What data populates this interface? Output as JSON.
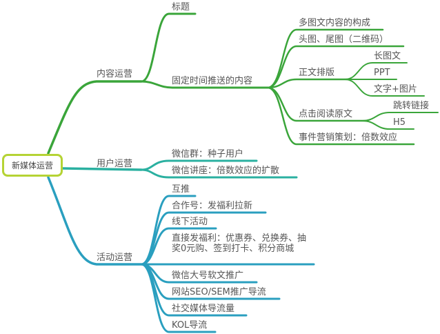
{
  "root": {
    "label": "新媒体运营",
    "border_color": "#b5d334"
  },
  "colors": {
    "content": "#3aa53a",
    "user": "#2ab0a0",
    "activity": "#2a9fbf"
  },
  "branches": {
    "content": {
      "label": "内容运营",
      "children": {
        "title": "标题",
        "scheduled": {
          "label": "固定时间推送的内容",
          "children": {
            "multi": "多图文内容的构成",
            "headtail": "头图、尾图（二维码）",
            "layout": {
              "label": "正文排版",
              "children": [
                "长图文",
                "PPT",
                "文字+图片"
              ]
            },
            "readmore": {
              "label": "点击阅读原文",
              "children": [
                "跳转链接",
                "H5"
              ]
            },
            "event": "事件营销策划：倍数效应"
          }
        }
      }
    },
    "user": {
      "label": "用户运营",
      "children": [
        "微信群：种子用户",
        "微信讲座：倍数效应的扩散"
      ]
    },
    "activity": {
      "label": "活动运营",
      "children": [
        "互推",
        "合作号：发福利拉新",
        "线下活动",
        "直接发福利：优惠券、兑换券、抽奖0元购、签到打卡、积分商城",
        "微信大号软文推广",
        "网站SEO/SEM推广导流",
        "社交媒体导流量",
        "KOL导流"
      ]
    }
  }
}
